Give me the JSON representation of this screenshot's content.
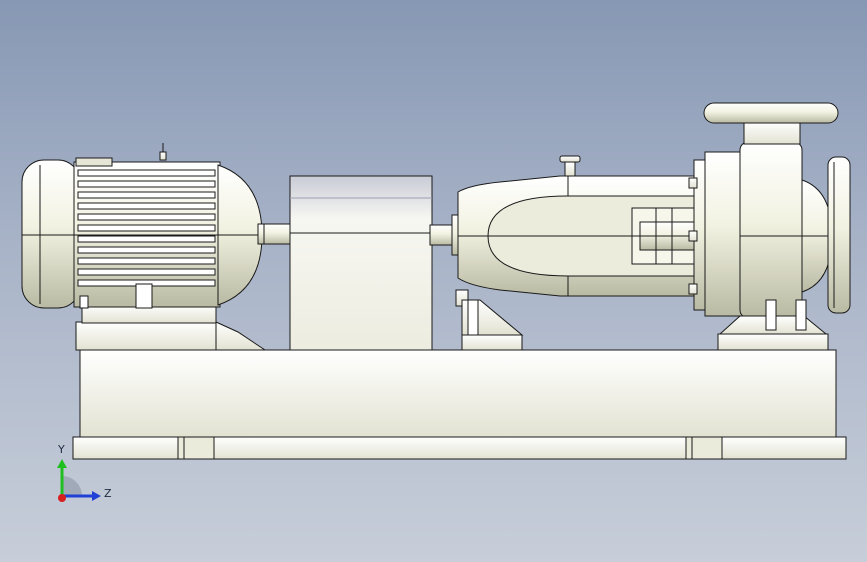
{
  "model_view": {
    "name": "pump-assembly",
    "colors": {
      "background_top": "#8798b4",
      "background_bottom": "#c7ced9",
      "part_fill": "#f4f4e6",
      "part_shade": "#cfd0bb",
      "edge": "#1a1a1a"
    }
  },
  "triad": {
    "y_label": "Y",
    "z_label": "Z",
    "colors": {
      "y": "#1fbf1f",
      "z": "#1f3fd6",
      "x": "#d61f1f"
    }
  }
}
